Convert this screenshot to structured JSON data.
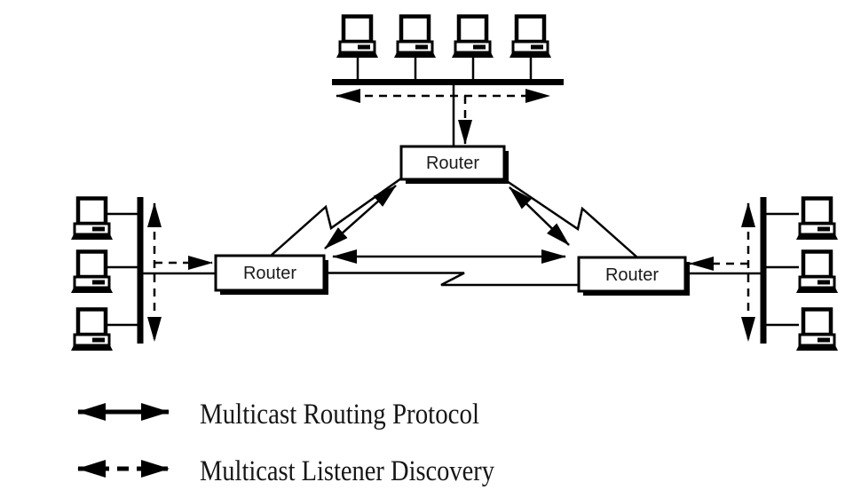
{
  "routers": {
    "top": "Router",
    "left": "Router",
    "right": "Router"
  },
  "legend": {
    "items": [
      {
        "symbol": "solid-double-arrow",
        "label": "Multicast Routing Protocol"
      },
      {
        "symbol": "dashed-double-arrow",
        "label": "Multicast Listener Discovery"
      }
    ]
  },
  "colors": {
    "line": "#000000",
    "background": "#ffffff",
    "router_fill": "#ffffff",
    "router_text": "#1a1a1a"
  }
}
